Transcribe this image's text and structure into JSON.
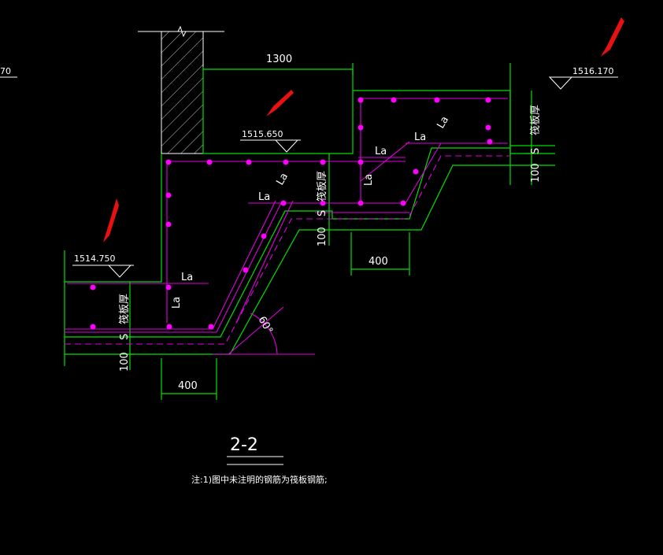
{
  "section_title": "2-2",
  "note": "注:1)图中未注明的钢筋为筏板钢筋;",
  "elevations": {
    "left": "1514.750",
    "middle": "1515.650",
    "right": "1516.170",
    "far_left_partial": "70"
  },
  "dimensions": {
    "top_width": "1300",
    "bottom_left": "400",
    "bottom_mid": "400",
    "left_step_height": "100",
    "mid_step_height": "100",
    "right_step_height": "100",
    "left_s": "S",
    "mid_s": "S",
    "right_s": "S"
  },
  "labels": {
    "la": "La",
    "raft_thickness": "筏板厚",
    "angle": "60°"
  },
  "colors": {
    "background": "#000000",
    "outline": "#00e000",
    "rebar": "#e000e0",
    "rebar_dot": "#ff00ff",
    "arrow": "#e81010",
    "text": "#ffffff"
  }
}
